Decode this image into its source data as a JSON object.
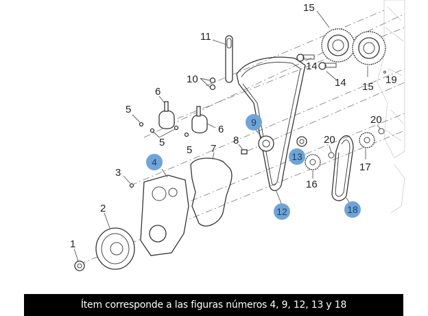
{
  "caption": "Ítem corresponde a las figuras números 4, 9, 12, 13 y 18",
  "colors": {
    "badge": "#6fa5d6",
    "caption_bg": "#000000",
    "caption_text": "#ffffff"
  },
  "labels": {
    "l1": "1",
    "l2": "2",
    "l3": "3",
    "l5a": "5",
    "l5b": "5",
    "l5c": "5",
    "l6a": "6",
    "l6b": "6",
    "l7": "7",
    "l8": "8",
    "l10": "10",
    "l11": "11",
    "l14a": "14",
    "l14b": "14",
    "l15a": "15",
    "l15b": "15",
    "l16": "16",
    "l17": "17",
    "l19": "19",
    "l20a": "20",
    "l20b": "20"
  },
  "highlighted": {
    "b4": "4",
    "b9": "9",
    "b12": "12",
    "b13": "13",
    "b18": "18"
  }
}
